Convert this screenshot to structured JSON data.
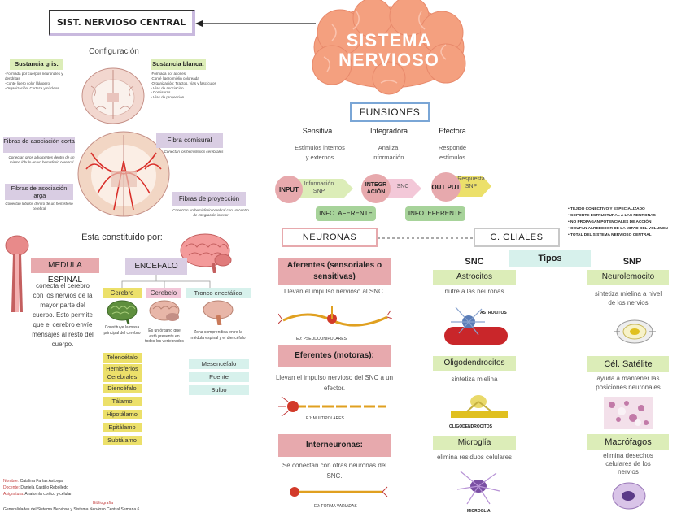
{
  "header": {
    "snc_label": "SIST. NERVIOSO CENTRAL",
    "title_line1": "SISTEMA",
    "title_line2": "NERVIOSO"
  },
  "configuracion": {
    "title": "Configuración",
    "gris_label": "Sustancia gris:",
    "gris_items": [
      "-Formada por cuerpos neuronales y dendritas",
      "-Conté ligero color lilángero",
      "-Organización: Corteza y núcleos"
    ],
    "blanca_label": "Sustancia blanca:",
    "blanca_items": [
      "-Formada por axones",
      "-Conté ligero mielin coloreada",
      "-Organización: Tractos, vías y fascículos",
      "• Vías de asociación",
      "• Comisuras",
      "• Vías de proyección"
    ],
    "fibras_asociacion_corta": "Fibras de asociación corta",
    "fibras_asociacion_corta_desc": "Conectan giros adyacentes dentro de un mismo lóbulo en un hemisferio cerebral",
    "fibras_asociacion_larga": "Fibras de asociación larga",
    "fibras_asociacion_larga_desc": "Conectan lóbulos dentro de un hemisferio cerebral",
    "fibra_comisural": "Fibra comisural",
    "fibra_comisural_desc": "Conectan los hemisferios cerebrales",
    "fibras_proyeccion": "Fibras de proyección",
    "fibras_proyeccion_desc": "Conectan un hemisferio cerebral con un centro de integración inferior"
  },
  "constituido": {
    "title": "Esta constituido por:",
    "medula_label": "MEDULA ESPINAL",
    "medula_desc": "conecta el cerebro con los nervios de la mayor parte del cuerpo. Esto permite que el cerebro envíe mensajes al resto del cuerpo.",
    "encefalo_label": "ENCEFALO",
    "cerebro_label": "Cerebro",
    "cerebro_desc": "Constituye la masa principal del cerebro",
    "cerebro_parts": [
      "Telencéfalo",
      "Hemisferios Cerebrales",
      "Diencéfalo",
      "Tálamo",
      "Hipotálamo",
      "Epitálamo",
      "Subtálamo"
    ],
    "cerebelo_label": "Cerebelo",
    "cerebelo_desc": "Es un órgano que está presente en todos los vertebrados",
    "tronco_label": "Tronco encefálico",
    "tronco_desc": "Zona comprendida entre la médula espinal y el diencéfalo",
    "tronco_parts": [
      "Mesencéfalo",
      "Puente",
      "Bulbo"
    ]
  },
  "funciones": {
    "title": "FUNSIONES",
    "sensitiva_label": "Sensitiva",
    "sensitiva_desc": "Estímulos internos y externos",
    "integradora_label": "Integradora",
    "integradora_desc": "Analiza información",
    "efectora_label": "Efectora",
    "efectora_desc": "Responde estímulos",
    "input_label": "INPUT",
    "input_arrow": "Información SNP",
    "integ_label": "INTEGR ACIÓN",
    "integ_arrow": "SNC",
    "output_label": "OUT PUT",
    "output_arrow": "Respuesta SNP",
    "info_aferente": "INFO. AFERENTE",
    "info_eferente": "INFO. EFERENTE"
  },
  "neuronas": {
    "title": "NEURONAS",
    "aferentes_label": "Aferentes (sensoriales o sensitivas)",
    "aferentes_desc": "Llevan el impulso nervioso al SNC.",
    "aferentes_caption": "EJ: PSEUDOUNIPOLARES",
    "eferentes_label": "Eferentes (motoras):",
    "eferentes_desc": "Llevan el impulso nervioso del SNC a un efector.",
    "eferentes_caption": "EJ: MULTIPOLARES",
    "inter_label": "Interneuronas:",
    "inter_desc": "Se conectan con otras neuronas del SNC.",
    "inter_caption": "EJ: FORMA VARIADAS"
  },
  "gliales": {
    "title": "C. GLIALES",
    "bullets": [
      "TEJIDO CONECTIVO Y ESPECIALIZADO",
      "SOPORTE ESTRUCTURAL A LAS NEURONAS",
      "NO PROPAGAN POTENCIALES DE ACCIÓN",
      "OCUPAN ALREDEDOR DE LA MITAD DEL VOLUMEN",
      "TOTAL DEL SISTEMA NERVIOSO CENTRAL"
    ],
    "tipos_label": "Tipos",
    "snc_label": "SNC",
    "snp_label": "SNP",
    "astrocitos_label": "Astrocitos",
    "astrocitos_desc": "nutre a las neuronas",
    "astrocitos_caption": "ASTROCITOS",
    "oligo_label": "Oligodendrocitos",
    "oligo_desc": "sintetiza mielina",
    "oligo_caption": "OLIGODENDROCITOS",
    "microglia_label": "Microglía",
    "microglia_desc": "elimina residuos celulares",
    "microglia_caption": "MICROGLIA",
    "neurolemocito_label": "Neurolemocito",
    "neurolemocito_desc": "sintetiza mielina a nivel de los nervios",
    "satelite_label": "Cél. Satélite",
    "satelite_desc": "ayuda a mantener las posiciones neuronales",
    "macrofagos_label": "Macrófagos",
    "macrofagos_desc": "elimina desechos celulares de los nervios"
  },
  "footer": {
    "nombre_key": "Nombre:",
    "nombre_val": "Catalina Farías Astorga",
    "docente_key": "Docente:",
    "docente_val": "Daniela Castillo Rebolledo",
    "asignatura_key": "Asignatura:",
    "asignatura_val": "Anatomía cortico y celular",
    "bibliografia_label": "Bibliografía",
    "bibliografia_val": "Generalidades del Sistema Nervioso y Sistema Nervioso Central Semana 6"
  },
  "colors": {
    "title_orange": "#f4a07f",
    "pink": "#e7a9ad",
    "green": "#dcedb8",
    "lavender": "#d9cde3",
    "yellow": "#ece06a",
    "mint": "#d7f1ec"
  }
}
